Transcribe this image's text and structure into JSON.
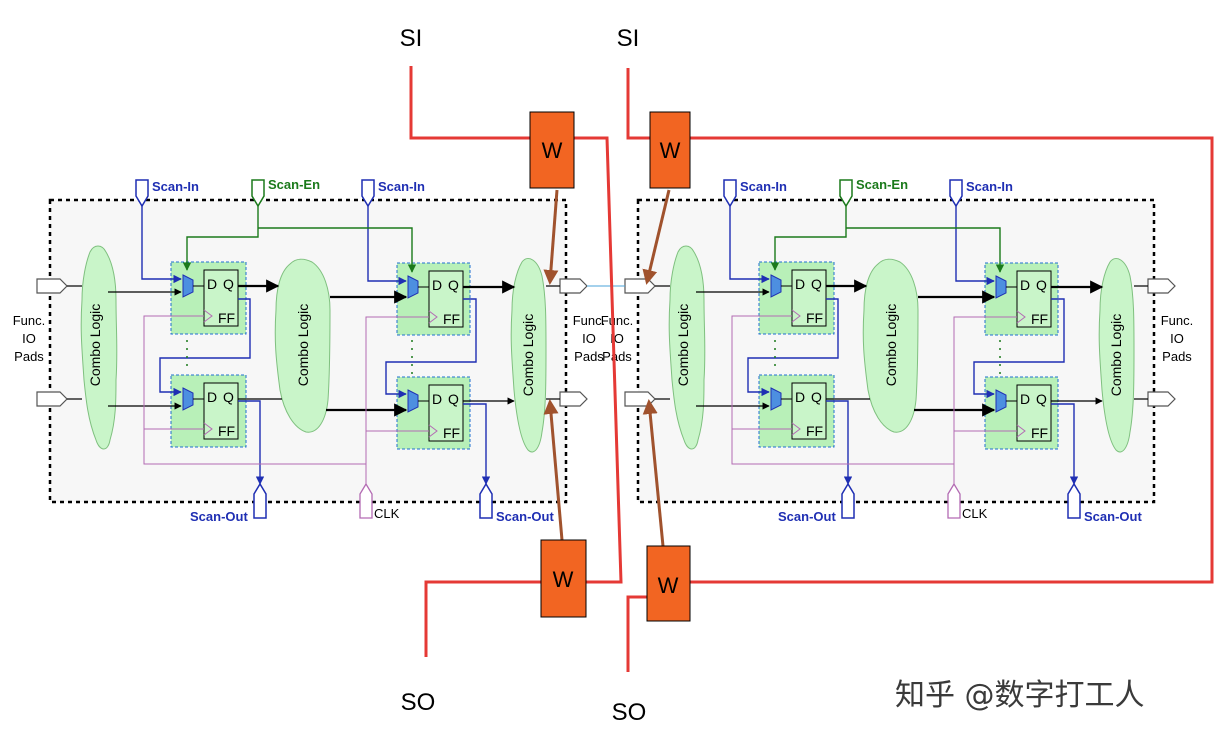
{
  "colors": {
    "red_wire": "#e53935",
    "wrapper_fill": "#f26522",
    "wrapper_link": "#a0522d",
    "scan_blue": "#1f2fb3",
    "scan_en_green": "#1b7a1b",
    "clk_purple": "#b36bb3",
    "logic_fill": "#c9f5c9",
    "ff_box_fill": "#b8f0b8"
  },
  "top_labels": {
    "si_left": "SI",
    "si_right": "SI"
  },
  "bottom_labels": {
    "so_left": "SO",
    "so_right": "SO"
  },
  "wrapper_cell_label": "W",
  "core_left": {
    "scan_in_1": "Scan-In",
    "scan_en": "Scan-En",
    "scan_in_2": "Scan-In",
    "scan_out_1": "Scan-Out",
    "clk": "CLK",
    "scan_out_2": "Scan-Out",
    "combo": "Combo Logic",
    "ff_d": "D",
    "ff_q": "Q",
    "ff_name": "FF",
    "io_left": [
      "Func.",
      "IO",
      "Pads"
    ],
    "io_right": [
      "Func.",
      "IO",
      "Pads"
    ]
  },
  "core_right": {
    "scan_in_1": "Scan-In",
    "scan_en": "Scan-En",
    "scan_in_2": "Scan-In",
    "scan_out_1": "Scan-Out",
    "clk": "CLK",
    "scan_out_2": "Scan-Out",
    "combo": "Combo Logic",
    "ff_d": "D",
    "ff_q": "Q",
    "ff_name": "FF",
    "io_left": [
      "Func.",
      "IO",
      "Pads"
    ],
    "io_right": [
      "Func.",
      "IO",
      "Pads"
    ]
  },
  "watermark": "知乎 @数字打工人"
}
